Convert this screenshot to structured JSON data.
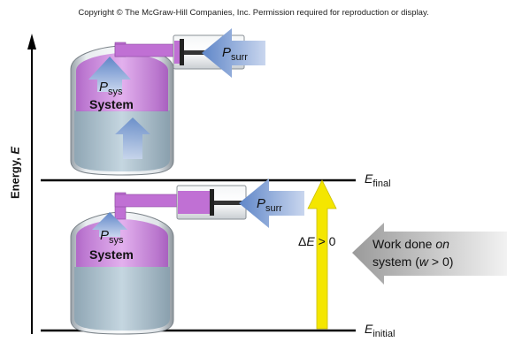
{
  "copyright": "Copyright © The McGraw-Hill Companies, Inc. Permission required for reproduction or display.",
  "axis": {
    "label": "Energy, E",
    "label_prefix": "Energy, ",
    "label_var": "E"
  },
  "levels": {
    "final": {
      "symbol": "E",
      "subscript": "final"
    },
    "initial": {
      "symbol": "E",
      "subscript": "initial"
    }
  },
  "top_system": {
    "p_sys": {
      "symbol": "P",
      "subscript": "sys"
    },
    "p_surr": {
      "symbol": "P",
      "subscript": "surr"
    },
    "label": "System"
  },
  "bottom_system": {
    "p_sys": {
      "symbol": "P",
      "subscript": "sys"
    },
    "p_surr": {
      "symbol": "P",
      "subscript": "surr"
    },
    "label": "System"
  },
  "delta_e": {
    "prefix": "Δ",
    "symbol": "E",
    "relation": " > 0"
  },
  "work": {
    "line1_prefix": "Work done ",
    "line1_emph": "on",
    "line2_prefix": "system (",
    "line2_var": "w",
    "line2_suffix": " > 0)"
  },
  "colors": {
    "liquid": "#b9ccd8",
    "piston_gas": "#c880d8",
    "p_arrow": "#7f9cd0",
    "delta_arrow": "#f4e600",
    "work_arrow": "#c8c8c8"
  }
}
